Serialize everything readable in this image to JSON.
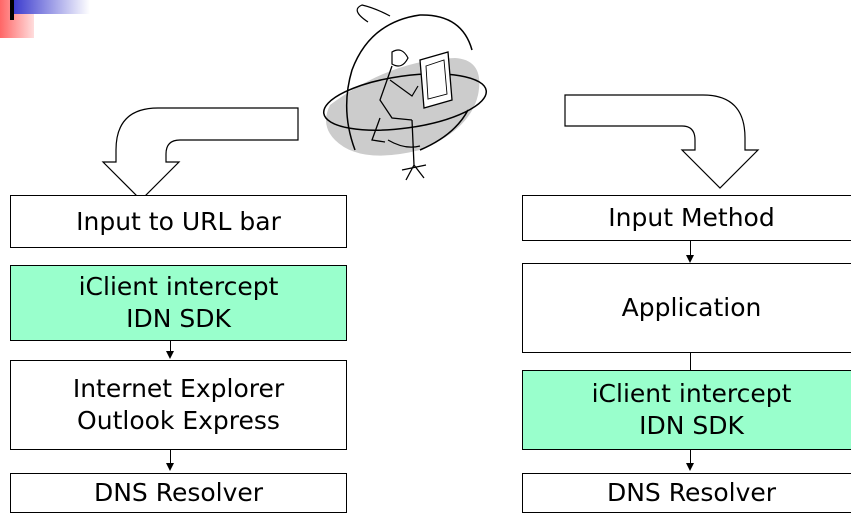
{
  "colors": {
    "intercept_fill": "#99ffcc",
    "box_fill": "#ffffff",
    "border": "#000000",
    "slide_accent_red": "#ff6666",
    "slide_accent_blue": "#3333cc",
    "globe_shadow": "#cccccc"
  },
  "icons": {
    "slide_corner": "slide-corner-decoration",
    "left_arrow": "curved-arrow-left",
    "right_arrow": "curved-arrow-right",
    "center_clipart": "person-at-computer-globe"
  },
  "left_flow": {
    "box1": "Input to URL bar",
    "box2": [
      "iClient intercept",
      "IDN SDK"
    ],
    "box3": [
      "Internet Explorer",
      "Outlook Express"
    ],
    "box4": "DNS Resolver"
  },
  "right_flow": {
    "box1": "Input Method",
    "box2": "Application",
    "box3": [
      "iClient intercept",
      "IDN SDK"
    ],
    "box4": "DNS Resolver"
  }
}
